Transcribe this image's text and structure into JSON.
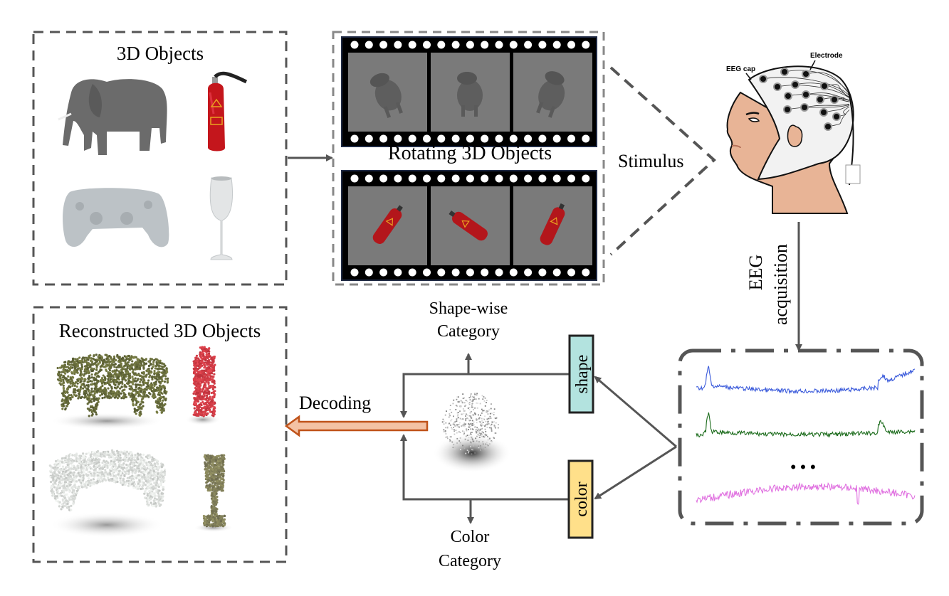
{
  "diagram": {
    "input_panel": {
      "title": "3D Objects",
      "objects": [
        "elephant",
        "fire extinguisher",
        "game controller",
        "wine glass"
      ]
    },
    "stimulus_panel": {
      "title": "Rotating 3D Objects",
      "film_strips": [
        {
          "object": "elephant",
          "frames": 3
        },
        {
          "object": "fire extinguisher",
          "frames": 3
        }
      ]
    },
    "stimulus_label": "Stimulus",
    "head": {
      "cap_label": "EEG cap",
      "electrode_label": "Electrode"
    },
    "acquisition_label_line1": "EEG",
    "acquisition_label_line2": "acquisition",
    "eeg_signals": {
      "channels": [
        {
          "name": "channel-1",
          "color": "#3b5bdb"
        },
        {
          "name": "channel-2",
          "color": "#1b6b1b"
        },
        {
          "name": "channel-n",
          "color": "#e070e0"
        }
      ],
      "ellipsis": "• • •"
    },
    "features": {
      "shape_label": "shape",
      "shape_color": "#b3e3df",
      "color_label": "color",
      "color_color": "#ffe08a"
    },
    "shape_category_line1": "Shape-wise",
    "shape_category_line2": "Category",
    "color_category_line1": "Color",
    "color_category_line2": "Category",
    "decoding_label": "Decoding",
    "decoding_arrow_color": "#f4c2a4",
    "output_panel": {
      "title": "Reconstructed 3D Objects",
      "objects": [
        "elephant point cloud",
        "fire extinguisher point cloud",
        "game controller point cloud",
        "wine glass point cloud"
      ]
    }
  }
}
